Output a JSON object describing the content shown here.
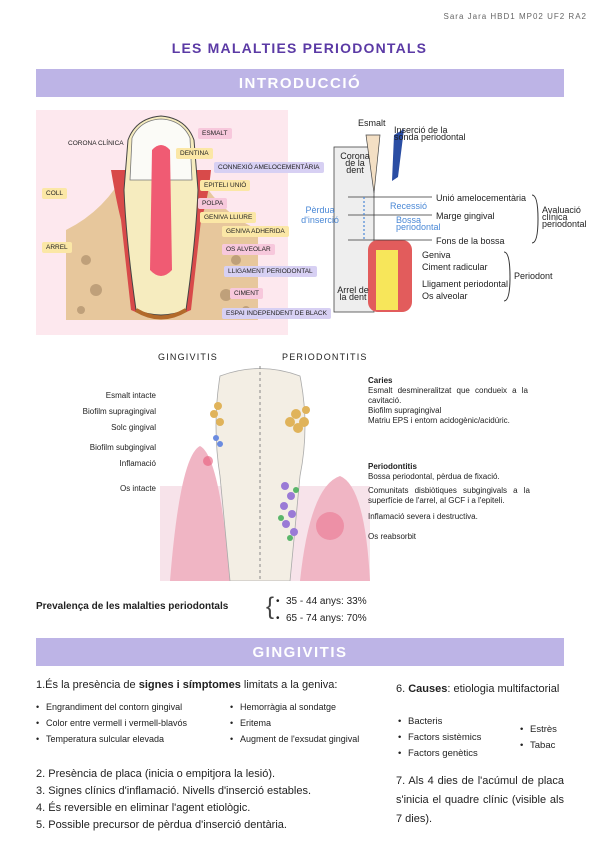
{
  "author": "Sara Jara HBD1 MP02 UF2 RA2",
  "title": "LES MALALTIES PERIODONTALS",
  "banners": {
    "intro": "INTRODUCCIÓ",
    "gingivitis": "GINGIVITIS"
  },
  "tooth_labels": {
    "corona_clinica": "CORONA CLÍNICA",
    "coll": "COLL",
    "arrel": "ARREL",
    "esmalt": "ESMALT",
    "dentina": "DENTINA",
    "connexio": "CONNEXIÓ AMELOCEMENTÀRIA",
    "epiteli": "EPITELI UNIÓ",
    "polpa": "POLPA",
    "geniva_lliure": "GENIVA LLIURE",
    "geniva_adherida": "GENIVA ADHERIDA",
    "os_alveolar": "OS ALVEOLAR",
    "lligament": "LLIGAMENT PERIODONTAL",
    "ciment": "CIMENT",
    "espai": "ESPAI INDEPENDENT DE BLACK"
  },
  "probe_labels": {
    "esmalt": "Esmalt",
    "insercio_sonda": "Inserció de la sonda periodontal",
    "corona": "Corona de la dent",
    "perdua": "Pèrdua d'inserció",
    "recessio": "Recessió",
    "bossa": "Bossa periodontal",
    "unio": "Unió amelocementària",
    "marge": "Marge gingival",
    "fons": "Fons de la bossa",
    "avaluacio": "Avaluació clínica periodontal",
    "geniva": "Geniva",
    "ciment_radicular": "Ciment radicular",
    "lligament": "Lligament periodontal",
    "os": "Os alveolar",
    "periodont": "Periodont",
    "arrel": "Arrel de la dent"
  },
  "comparison": {
    "gingivitis_header": "GINGIVITIS",
    "periodontitis_header": "PERIODONTITIS",
    "left_labels": [
      "Esmalt intacte",
      "Biofilm supragingival",
      "Solc gingival",
      "Biofilm subgingival",
      "Inflamació",
      "Os intacte"
    ],
    "caries_title": "Caries",
    "caries_items": [
      "Esmalt desmineralitzat que condueix a la cavitació.",
      "Biofilm supragingival",
      "Matriu EPS i entorn acidogènic/acidúric."
    ],
    "perio_title": "Periodontitis",
    "perio_items": [
      "Bossa periodontal, pèrdua de fixació.",
      "Comunitats disbiòtiques subgingivals a la superfície de l'arrel, al GCF i a l'epiteli.",
      "Inflamació severa i destructiva.",
      "Os reabsorbit"
    ]
  },
  "prevalence": {
    "label": "Prevalença de les malalties periodontals",
    "items": [
      "35 - 44 anys: 33%",
      "65 - 74 anys: 70%"
    ]
  },
  "gingivitis": {
    "intro_pre": "1.És la presència de ",
    "intro_bold": "signes i símptomes",
    "intro_post": " limitats a la geniva:",
    "signs_left": [
      "Engrandiment del contorn gingival",
      "Color entre vermell i vermell-blavós",
      "Temperatura sulcular elevada"
    ],
    "signs_right": [
      "Hemorràgia al sondatge",
      "Eritema",
      "Augment de l'exsudat gingival"
    ],
    "points": [
      "2. Presència de placa (inicia o empitjora la lesió).",
      "3. Signes clínics d'inflamació. Nivells d'inserció estables.",
      "4. És reversible en eliminar l'agent etiològic.",
      "5. Possible precursor de pèrdua d'inserció dentària."
    ],
    "causes_pre": "6. ",
    "causes_bold": "Causes",
    "causes_post": ": etiologia multifactorial",
    "causes_left": [
      "Bacteris",
      "Factors sistèmics",
      "Factors genètics"
    ],
    "causes_right": [
      "Estrès",
      "Tabac"
    ],
    "point7": "7. Als 4 dies de l'acúmul de placa s'inicia el quadre clínic (visible als 7 dies)."
  }
}
